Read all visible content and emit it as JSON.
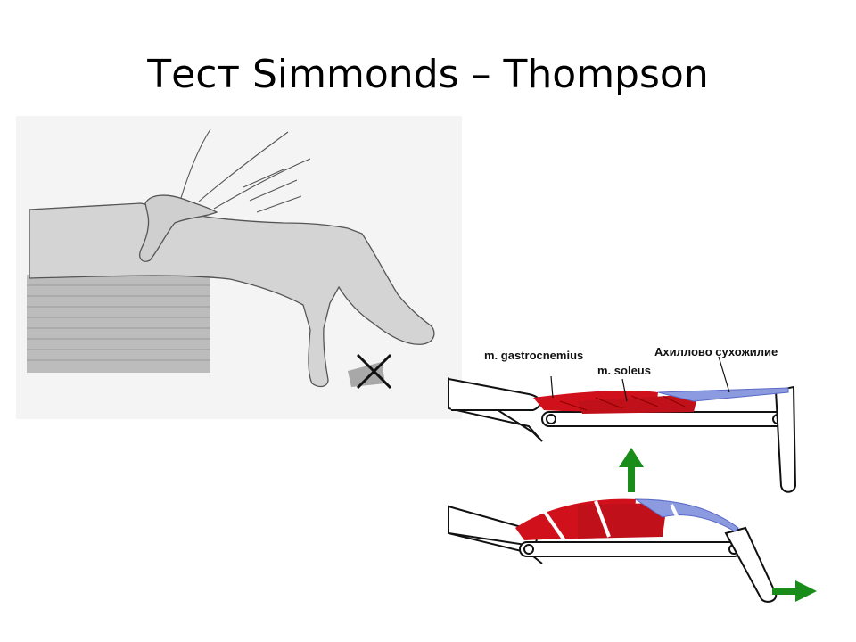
{
  "slide": {
    "title": "Тест Simmonds – Thompson"
  },
  "diagram": {
    "labels": {
      "gastrocnemius": "m. gastrocnemius",
      "soleus": "m. soleus",
      "achilles": "Ахиллово сухожилие"
    },
    "colors": {
      "muscle": "#d0101a",
      "tendon": "#8c9ae0",
      "arrow": "#1a8c1a",
      "sketch_fill": "#d4d4d4",
      "table_fill": "#bcbcbc"
    }
  }
}
